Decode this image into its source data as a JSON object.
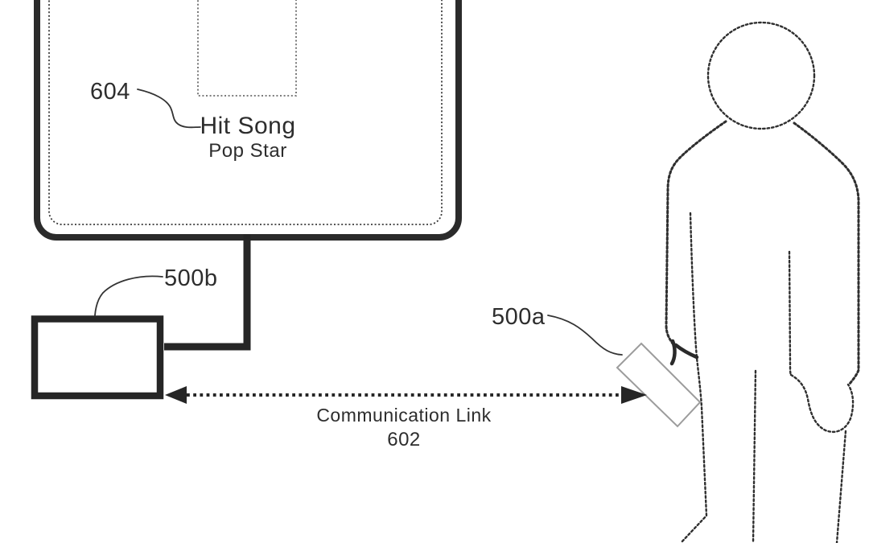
{
  "figure": {
    "background_color": "#ffffff",
    "ink_color": "#2a2a2a",
    "device_outline_color": "#9c9c9c",
    "labels": {
      "tv_content_ref": "604",
      "song_title": "Hit Song",
      "song_artist": "Pop Star",
      "set_top_box_ref": "500b",
      "handheld_device_ref": "500a",
      "communication_link_name": "Communication Link",
      "communication_link_ref": "602"
    },
    "elements": {
      "television": "tv-display-with-album-art-placeholder",
      "set_top_box": "set-top-box-connected-below-tv",
      "communication_link": "double-headed-dashed-arrow",
      "handheld_device": "tilted-remote-device-in-hand",
      "person": "dotted-human-figure-outline"
    }
  }
}
